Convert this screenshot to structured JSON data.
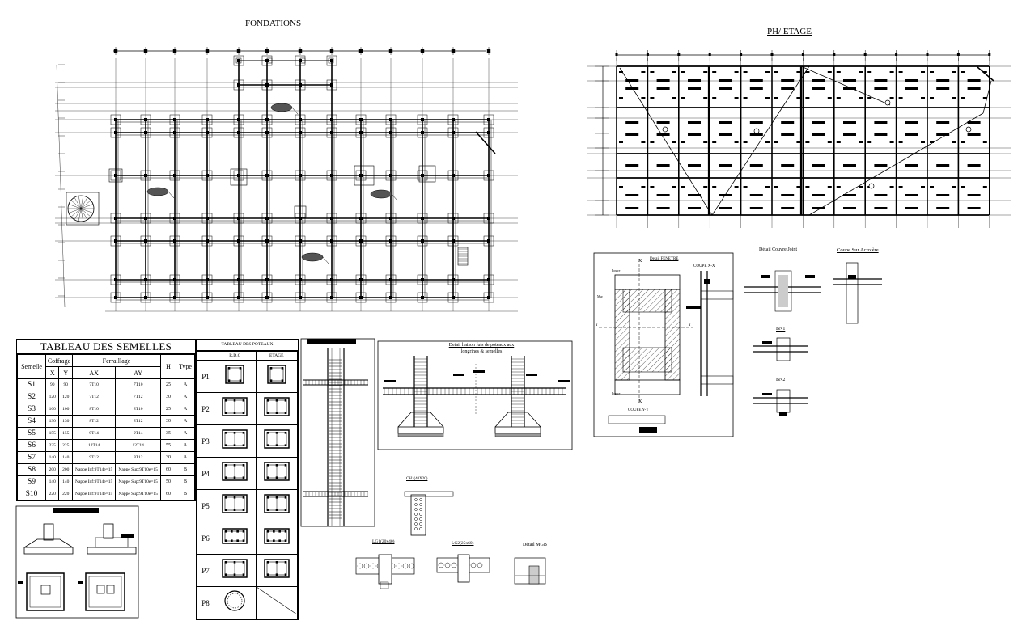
{
  "titles": {
    "fondations": "FONDATIONS",
    "ph_etage": "PH/ ETAGE"
  },
  "semelles": {
    "title": "TABLEAU DES SEMELLES",
    "headers": {
      "semelle": "Semelle",
      "coffrage": "Coffrage",
      "ferraillage": "Ferraillage",
      "x": "X",
      "y": "Y",
      "ax": "AX",
      "ay": "AY",
      "h": "H",
      "type": "Type"
    },
    "rows": [
      {
        "s": "S1",
        "x": "90",
        "y": "90",
        "ax": "7T10",
        "ay": "7T10",
        "h": "25",
        "t": "A"
      },
      {
        "s": "S2",
        "x": "120",
        "y": "120",
        "ax": "7T12",
        "ay": "7T12",
        "h": "30",
        "t": "A"
      },
      {
        "s": "S3",
        "x": "100",
        "y": "100",
        "ax": "8T10",
        "ay": "8T10",
        "h": "25",
        "t": "A"
      },
      {
        "s": "S4",
        "x": "130",
        "y": "130",
        "ax": "8T12",
        "ay": "8T12",
        "h": "30",
        "t": "A"
      },
      {
        "s": "S5",
        "x": "155",
        "y": "155",
        "ax": "9T14",
        "ay": "9T14",
        "h": "35",
        "t": "A"
      },
      {
        "s": "S6",
        "x": "225",
        "y": "225",
        "ax": "12T14",
        "ay": "12T14",
        "h": "55",
        "t": "A"
      },
      {
        "s": "S7",
        "x": "140",
        "y": "140",
        "ax": "9T12",
        "ay": "9T12",
        "h": "30",
        "t": "A"
      },
      {
        "s": "S8",
        "x": "200",
        "y": "200",
        "ax": "Nappe Inf:9T14e=15",
        "ay": "Nappe Sup:9T10e=15",
        "h": "60",
        "t": "B"
      },
      {
        "s": "S9",
        "x": "140",
        "y": "140",
        "ax": "Nappe Inf:9T14e=15",
        "ay": "Nappe Sup:9T10e=15",
        "h": "50",
        "t": "B"
      },
      {
        "s": "S10",
        "x": "220",
        "y": "220",
        "ax": "Nappe Inf:9T14e=15",
        "ay": "Nappe Sup:9T10e=15",
        "h": "60",
        "t": "B"
      }
    ]
  },
  "poteaux": {
    "title": "TABLEAU DES POTEAUX",
    "col_rdc": "R.D.C",
    "col_etage": "ETAGE",
    "rows": [
      "P1",
      "P2",
      "P3",
      "P4",
      "P5",
      "P6",
      "P7",
      "P8"
    ]
  },
  "details": {
    "liaison_line1": "Detail liaison futs de poteaux aux",
    "liaison_line2": "longrines & semelles",
    "fenetre": "Detail FENETRE",
    "coupe_xx": "COUPE X-X",
    "coupe_yy": "COUPE Y-Y",
    "poutre": "Poutre",
    "mur": "Mur",
    "couvre_joint": "Détail Couvre Joint",
    "acrotere": "Coupe Sur Acrotère",
    "bn1": "BN1",
    "bn2": "BN2",
    "ch": "CH1(40X20)",
    "lg1": "LG1(20x40)",
    "lg2": "LG2(25x60)",
    "mgb": "Détail MGB",
    "letter_x": "X",
    "letter_y": "Y"
  }
}
